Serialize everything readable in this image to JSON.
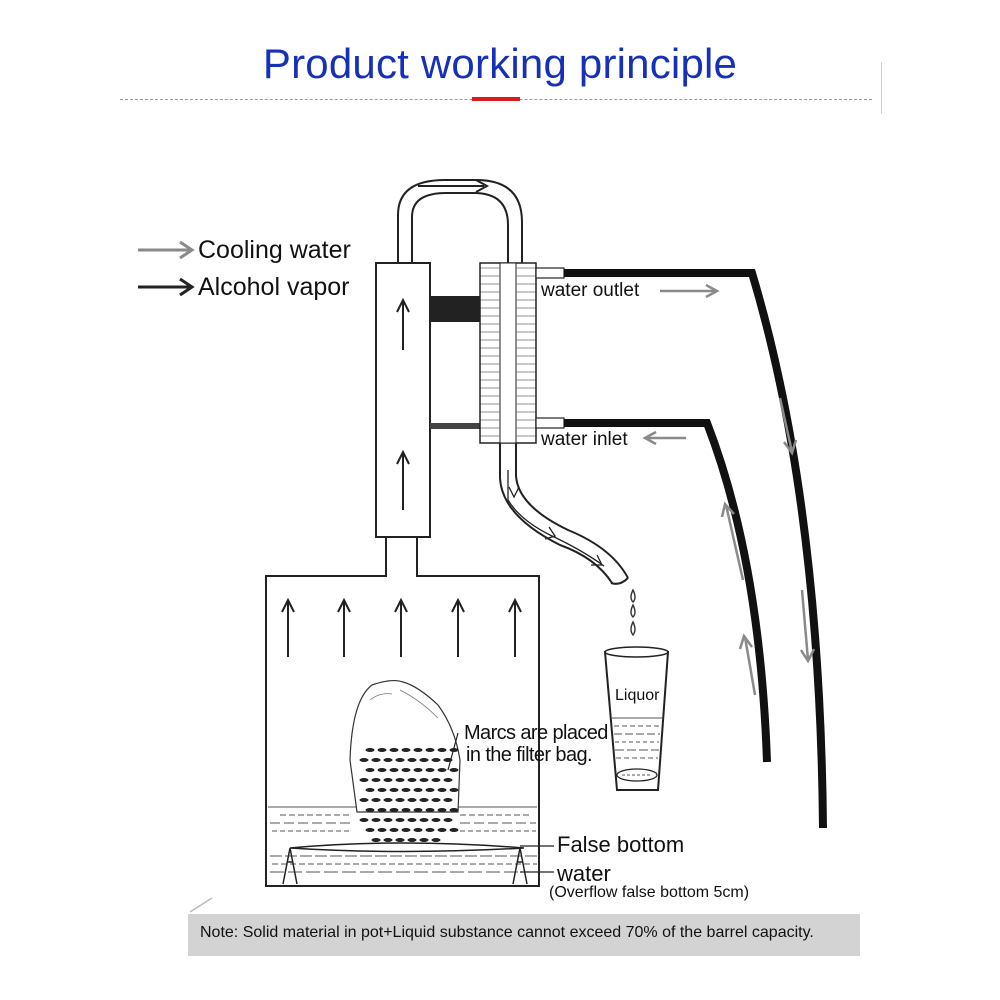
{
  "title": "Product working principle",
  "legend": {
    "cooling_water": "Cooling water",
    "alcohol_vapor": "Alcohol vapor",
    "cooling_color": "#8a8a8a",
    "vapor_color": "#2a2a2a"
  },
  "labels": {
    "water_outlet": "water outlet",
    "water_inlet": "water inlet",
    "liquor": "Liquor",
    "marcs_line1": "Marcs are placed",
    "marcs_line2": "in the filter bag.",
    "false_bottom": "False bottom",
    "water": "water",
    "overflow": "(Overflow false bottom 5cm)"
  },
  "note": "Note: Solid material in pot+Liquid substance cannot exceed 70% of the barrel capacity.",
  "colors": {
    "title": "#1630b8",
    "accent": "#e0191f",
    "note_bg": "#d3d3d3"
  }
}
